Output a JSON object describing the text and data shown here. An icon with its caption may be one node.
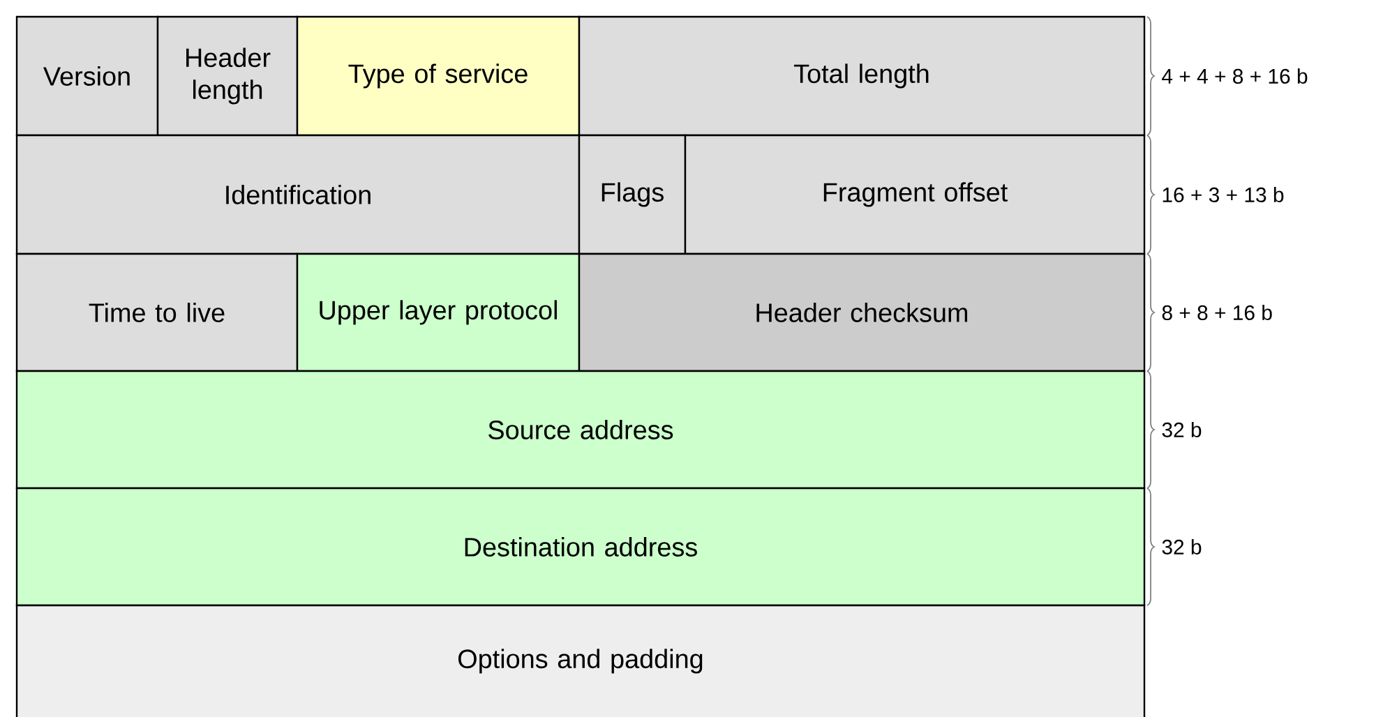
{
  "diagram": {
    "nodes": [
      {
        "text": [
          "Version"
        ]
      },
      {
        "text": [
          "Header length"
        ]
      },
      {
        "text": [
          "Type of service"
        ]
      },
      {
        "text": [
          "Total length"
        ]
      },
      {
        "text": [
          "Identification"
        ]
      },
      {
        "text": [
          "Flags"
        ]
      },
      {
        "text": [
          "Fragment offset"
        ]
      },
      {
        "text": [
          "Time to live"
        ]
      },
      {
        "text": [
          "Upper layer protocol"
        ]
      },
      {
        "text": [
          "Header checksum"
        ]
      },
      {
        "text": [
          "Source address"
        ]
      },
      {
        "text": [
          "Destination address"
        ]
      },
      {
        "text": [
          "Options and padding"
        ]
      }
    ],
    "labels": [
      "4 + 4 + 8 + 16 b",
      "16 + 3 + 13 b",
      "8 + 8 + 16 b",
      "32 b",
      "32 b"
    ]
  }
}
